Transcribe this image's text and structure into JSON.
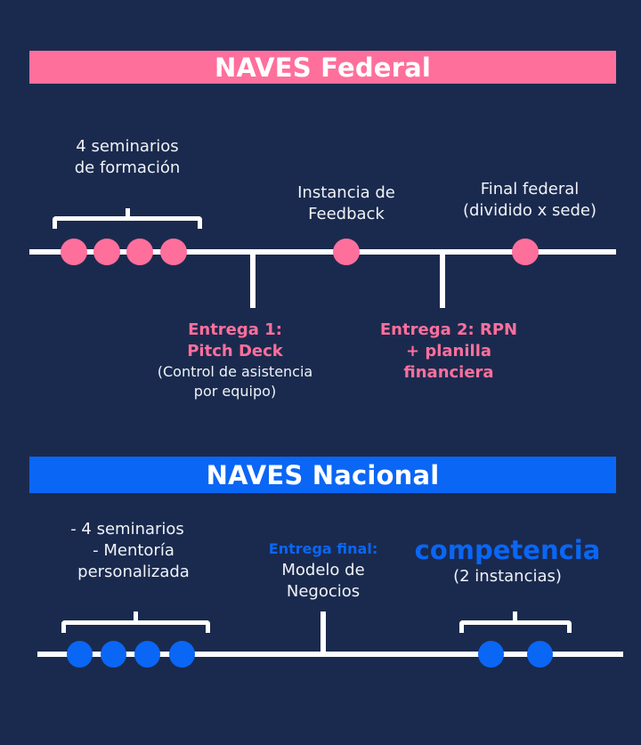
{
  "colors": {
    "background": "#1a2a4e",
    "federal_accent": "#ff6f9c",
    "nacional_accent": "#0a66f5",
    "line": "#ffffff",
    "text": "#f0f2f7"
  },
  "federal": {
    "title": "NAVES Federal",
    "seminarios": {
      "line1": "4 seminarios",
      "line2": "de formación",
      "count": 4
    },
    "feedback": {
      "line1": "Instancia de",
      "line2": "Feedback"
    },
    "final": {
      "line1": "Final federal",
      "line2": "(dividido x sede)"
    },
    "entrega1": {
      "line1": "Entrega 1:",
      "line2": "Pitch Deck",
      "note1": "(Control de asistencia",
      "note2": "por equipo)"
    },
    "entrega2": {
      "line1": "Entrega 2: RPN",
      "line2": "+ planilla",
      "line3": "financiera"
    }
  },
  "nacional": {
    "title": "NAVES Nacional",
    "items": {
      "line1": "-   4 seminarios",
      "line2": "-   Mentoría",
      "line3": "personalizada",
      "dot_count": 4
    },
    "entrega_final": {
      "heading": "Entrega final:",
      "line1": "Modelo de",
      "line2": "Negocios"
    },
    "competencia": {
      "heading": "competencia",
      "note": "(2 instancias)",
      "dot_count": 2
    }
  }
}
